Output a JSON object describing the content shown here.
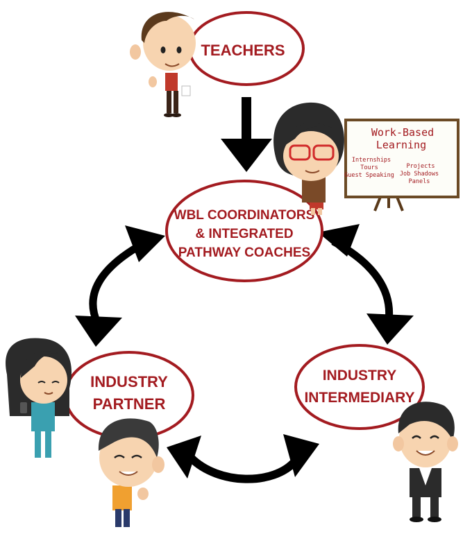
{
  "nodes": {
    "teachers": "TEACHERS",
    "coordinators": [
      "WBL COORDINATORS",
      "& INTEGRATED",
      "PATHWAY COACHES"
    ],
    "industry_partner": [
      "INDUSTRY",
      "PARTNER"
    ],
    "industry_intermediary": [
      "INDUSTRY",
      "INTERMEDIARY"
    ]
  },
  "whiteboard": {
    "title": [
      "Work-Based",
      "Learning"
    ],
    "left_items": [
      "Internships",
      "Tours",
      "Guest Speaking"
    ],
    "right_items": [
      "Projects",
      "Job Shadows",
      "Panels"
    ]
  },
  "colors": {
    "accent": "#a31b20",
    "arrow": "#000000"
  }
}
